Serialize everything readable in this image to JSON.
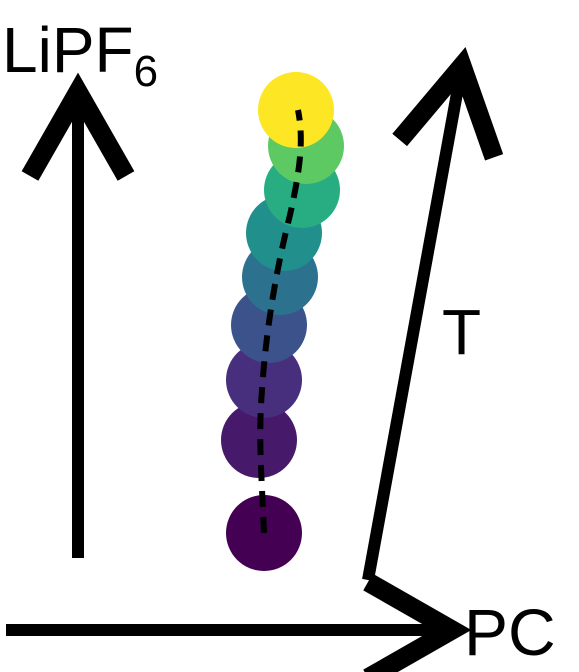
{
  "labels": {
    "y_axis_main": "LiPF",
    "y_axis_subscript": "6",
    "x_axis": "PC",
    "diagonal": "T"
  },
  "colors": {
    "ink": "#000000",
    "markers": [
      "#440154",
      "#46196b",
      "#472f7d",
      "#3b528b",
      "#2c728e",
      "#21908d",
      "#27ad81",
      "#5dc962",
      "#fde725"
    ]
  }
}
